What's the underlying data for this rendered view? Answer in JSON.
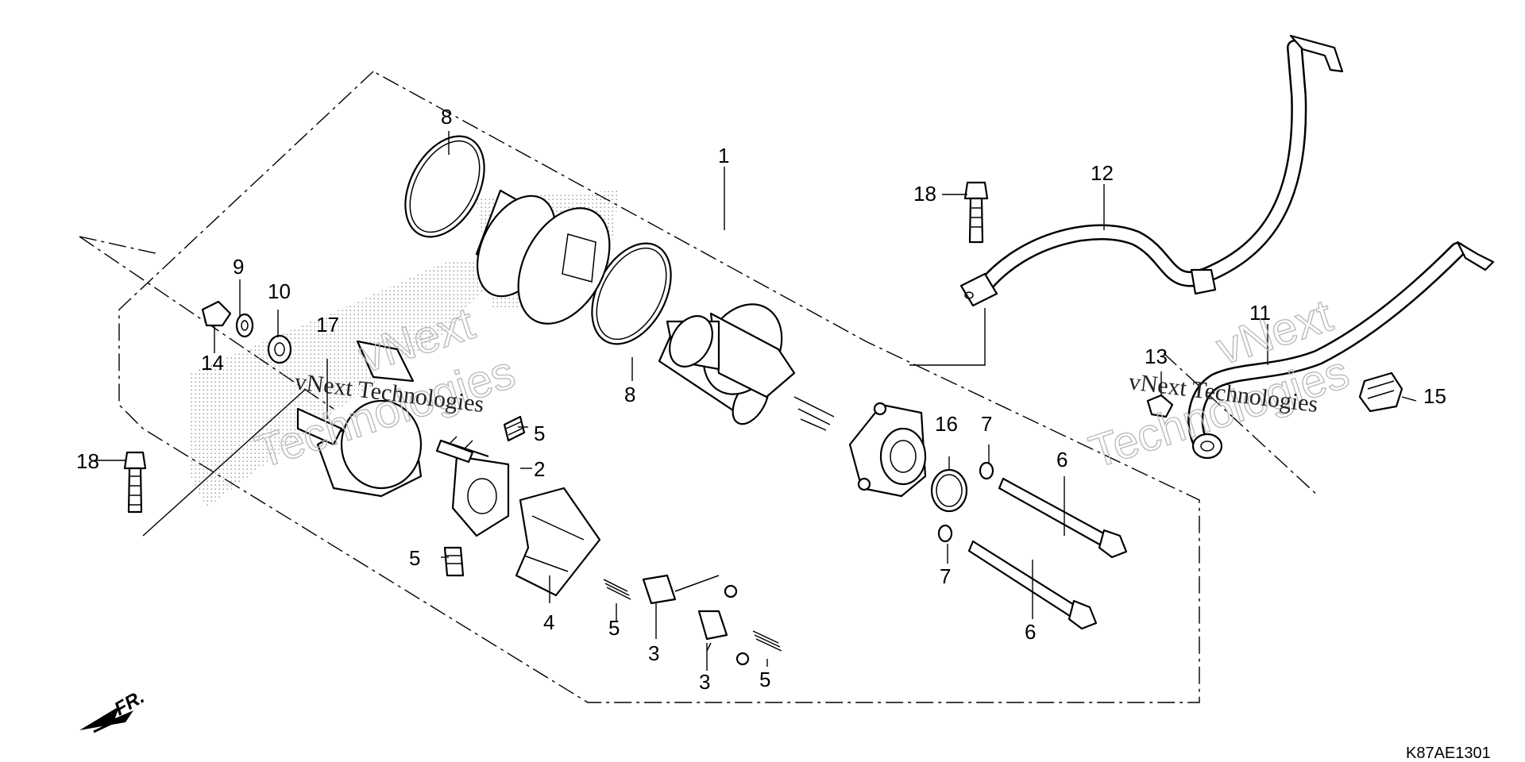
{
  "diagram": {
    "code": "K87AE1301",
    "front_label": "FR.",
    "watermark_line1": "vNext Technologies",
    "watermark_line2": "Technologies",
    "watermark_vnext": "vNext",
    "callouts": {
      "c1": "1",
      "c2": "2",
      "c3a": "3",
      "c3b": "3",
      "c4": "4",
      "c5a": "5",
      "c5b": "5",
      "c5c": "5",
      "c5d": "5",
      "c6a": "6",
      "c6b": "6",
      "c7a": "7",
      "c7b": "7",
      "c8a": "8",
      "c8b": "8",
      "c9": "9",
      "c10": "10",
      "c11": "11",
      "c12": "12",
      "c13": "13",
      "c14": "14",
      "c15": "15",
      "c16": "16",
      "c17": "17",
      "c18a": "18",
      "c18b": "18"
    },
    "colors": {
      "line": "#000000",
      "background": "#ffffff",
      "watermark": "#bbbbbb"
    }
  }
}
